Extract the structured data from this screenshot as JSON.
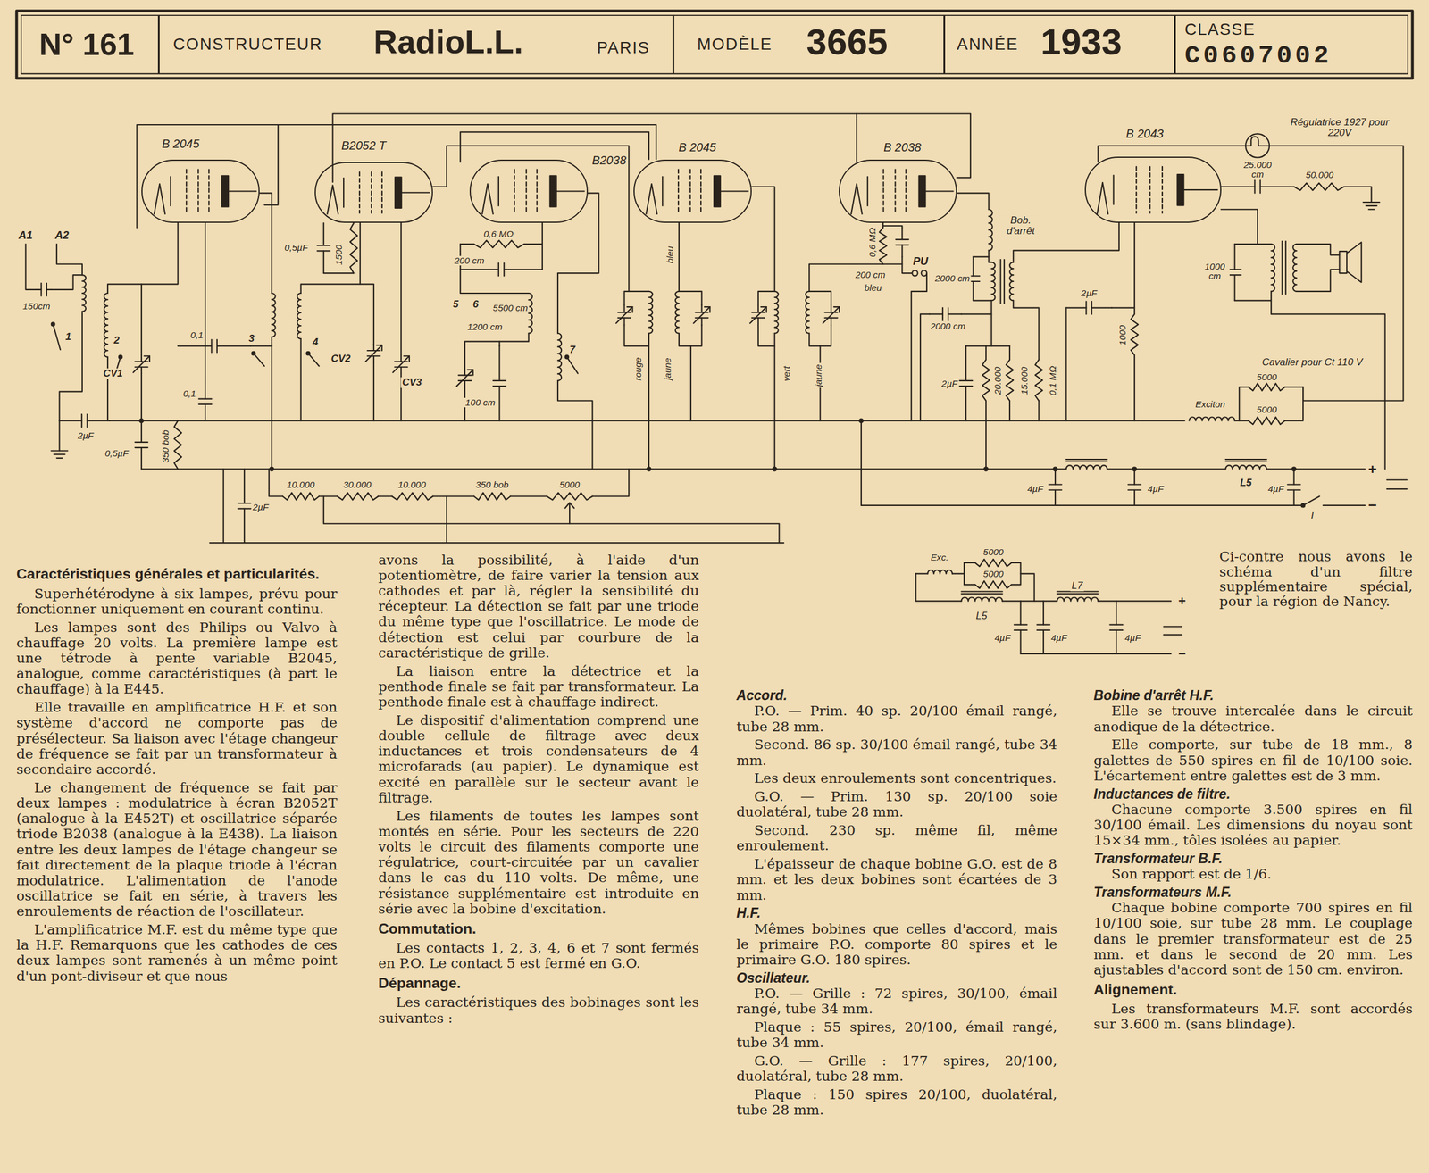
{
  "diagram": {
    "nodes": [
      {
        "text": [
          "N° 161"
        ]
      },
      {
        "text": [
          "CONSTRUCTEUR",
          "RadioL.L.",
          "PARIS"
        ]
      },
      {
        "text": [
          "MODÈLE",
          "3665"
        ]
      },
      {
        "text": [
          "ANNÉE",
          "1933"
        ]
      },
      {
        "text": [
          "CLASSE",
          "C0607002"
        ]
      },
      {
        "text": [
          "B 2045"
        ]
      },
      {
        "text": [
          "B2052 T"
        ]
      },
      {
        "text": [
          "B2038"
        ]
      },
      {
        "text": [
          "B 2045"
        ]
      },
      {
        "text": [
          "B 2038"
        ]
      },
      {
        "text": [
          "B 2043"
        ]
      }
    ],
    "labels": [
      "A1",
      "A2",
      "150cm",
      "1",
      "2",
      "CV1",
      "0,1",
      "0,1",
      "2µF",
      "0,5µF",
      "350 bob",
      "0,5µF",
      "1500",
      "3",
      "4",
      "CV2",
      "CV3",
      "0,6 MΩ",
      "200 cm",
      "5",
      "6",
      "5500 cm",
      "1200 cm",
      "100 cm",
      "7",
      "rouge",
      "jaune",
      "bleu",
      "vert",
      "jaune",
      "Bob. d'arrêt",
      "0,6 MΩ",
      "200 cm",
      "bleu",
      "PU",
      "2000 cm",
      "2000 cm",
      "2µF",
      "20.000",
      "15.000",
      "0,1 MΩ",
      "2µF",
      "1000",
      "Régulatrice 1927 pour 220V",
      "25.000 cm",
      "50.000",
      "1000 cm",
      "Cavalier pour Ct 110 V",
      "Exciton",
      "5000",
      "5000",
      "L5",
      "4µF",
      "4µF",
      "4µF",
      "+",
      "−",
      "I",
      "10.000",
      "30.000",
      "10.000",
      "350 bob",
      "5000",
      "2µF",
      "Exc.",
      "5000",
      "5000",
      "L7",
      "L5",
      "4µF",
      "4µF",
      "4µF",
      "+",
      "−",
      "Ci-contre nous avons le schéma d'un filtre supplémentaire spécial, pour la région de Nancy.",
      "Caractéristiques générales et particularités.",
      "Superhétérodyne à six lampes, prévu pour fonctionner uniquement en courant continu.",
      "Les lampes sont des Philips ou Valvo à chauffage 20 volts. La première lampe est une tétrode à pente variable B2045, analogue, comme caractéristiques (à part le chauffage) à la E445.",
      "Elle travaille en amplificatrice H.F. et son système d'accord ne comporte pas de présélecteur. Sa liaison avec l'étage changeur de fréquence se fait par un transformateur à secondaire accordé.",
      "Le changement de fréquence se fait par deux lampes : modulatrice à écran B2052T (analogue à la E452T) et oscillatrice séparée triode B2038 (analogue à la E438). La liaison entre les deux lampes de l'étage changeur se fait directement de la plaque triode à l'écran modulatrice. L'alimentation de l'anode oscillatrice se fait en série, à travers les enroulements de réaction de l'oscillateur.",
      "L'amplificatrice M.F. est du même type que la H.F. Remarquons que les cathodes de ces deux lampes sont ramenés à un même point d'un pont-diviseur et que nous",
      "avons la possibilité, à l'aide d'un potentiomètre, de faire varier la tension aux cathodes et par là, régler la sensibilité du récepteur. La détection se fait par une triode du même type que l'oscillatrice. Le mode de détection est celui par courbure de la caractéristique de grille.",
      "La liaison entre la détectrice et la penthode finale se fait par transformateur. La penthode finale est à chauffage indirect.",
      "Le dispositif d'alimentation comprend une double cellule de filtrage avec deux inductances et trois condensateurs de 4 microfarads (au papier). Le dynamique est excité en parallèle sur le secteur avant le filtrage.",
      "Les filaments de toutes les lampes sont montés en série. Pour les secteurs de 220 volts le circuit des filaments comporte une régulatrice, court-circuitée par un cavalier dans le cas du 110 volts. De même, une résistance supplémentaire est introduite en série avec la bobine d'excitation.",
      "Commutation.",
      "Les contacts 1, 2, 3, 4, 6 et 7 sont fermés en P.O. Le contact 5 est fermé en G.O.",
      "Dépannage.",
      "Les caractéristiques des bobinages sont les suivantes :",
      "Accord.",
      "P.O. — Prim. 40 sp. 20/100 émail rangé, tube 28 mm.",
      "Second. 86 sp. 30/100 émail rangé, tube 34 mm.",
      "Les deux enroulements sont concentriques.",
      "G.O. — Prim. 130 sp. 20/100 soie duolatéral, tube 28 mm.",
      "Second. 230 sp. même fil, même enroulement.",
      "L'épaisseur de chaque bobine G.O. est de 8 mm. et les deux bobines sont écartées de 3 mm.",
      "H.F.",
      "Mêmes bobines que celles d'accord, mais le primaire P.O. comporte 80 spires et le primaire G.O. 180 spires.",
      "Oscillateur.",
      "P.O. — Grille : 72 spires, 30/100, émail rangé, tube 34 mm.",
      "Plaque : 55 spires, 20/100, émail rangé, tube 34 mm.",
      "G.O. — Grille : 177 spires, 20/100, duolatéral, tube 28 mm.",
      "Plaque : 150 spires 20/100, duolatéral, tube 28 mm.",
      "Bobine d'arrêt H.F.",
      "Elle se trouve intercalée dans le circuit anodique de la détectrice.",
      "Elle comporte, sur tube de 18 mm., 8 galettes de 550 spires en fil de 10/100 soie. L'écartement entre galettes est de 3 mm.",
      "Inductances de filtre.",
      "Chacune comporte 3.500 spires en fil 30/100 émail. Les dimensions du noyau sont 15×34 mm., tôles isolées au papier.",
      "Transformateur B.F.",
      "Son rapport est de 1/6.",
      "Transformateurs M.F.",
      "Chaque bobine comporte 700 spires en fil 10/100 soie, sur tube 28 mm. Le couplage dans le premier transformateur est de 25 mm. et dans le second de 20 mm. Les ajustables d'accord sont de 150 cm. environ.",
      "Alignement.",
      "Les transformateurs M.F. sont accordés sur 3.600 m. (sans blindage)."
    ]
  }
}
